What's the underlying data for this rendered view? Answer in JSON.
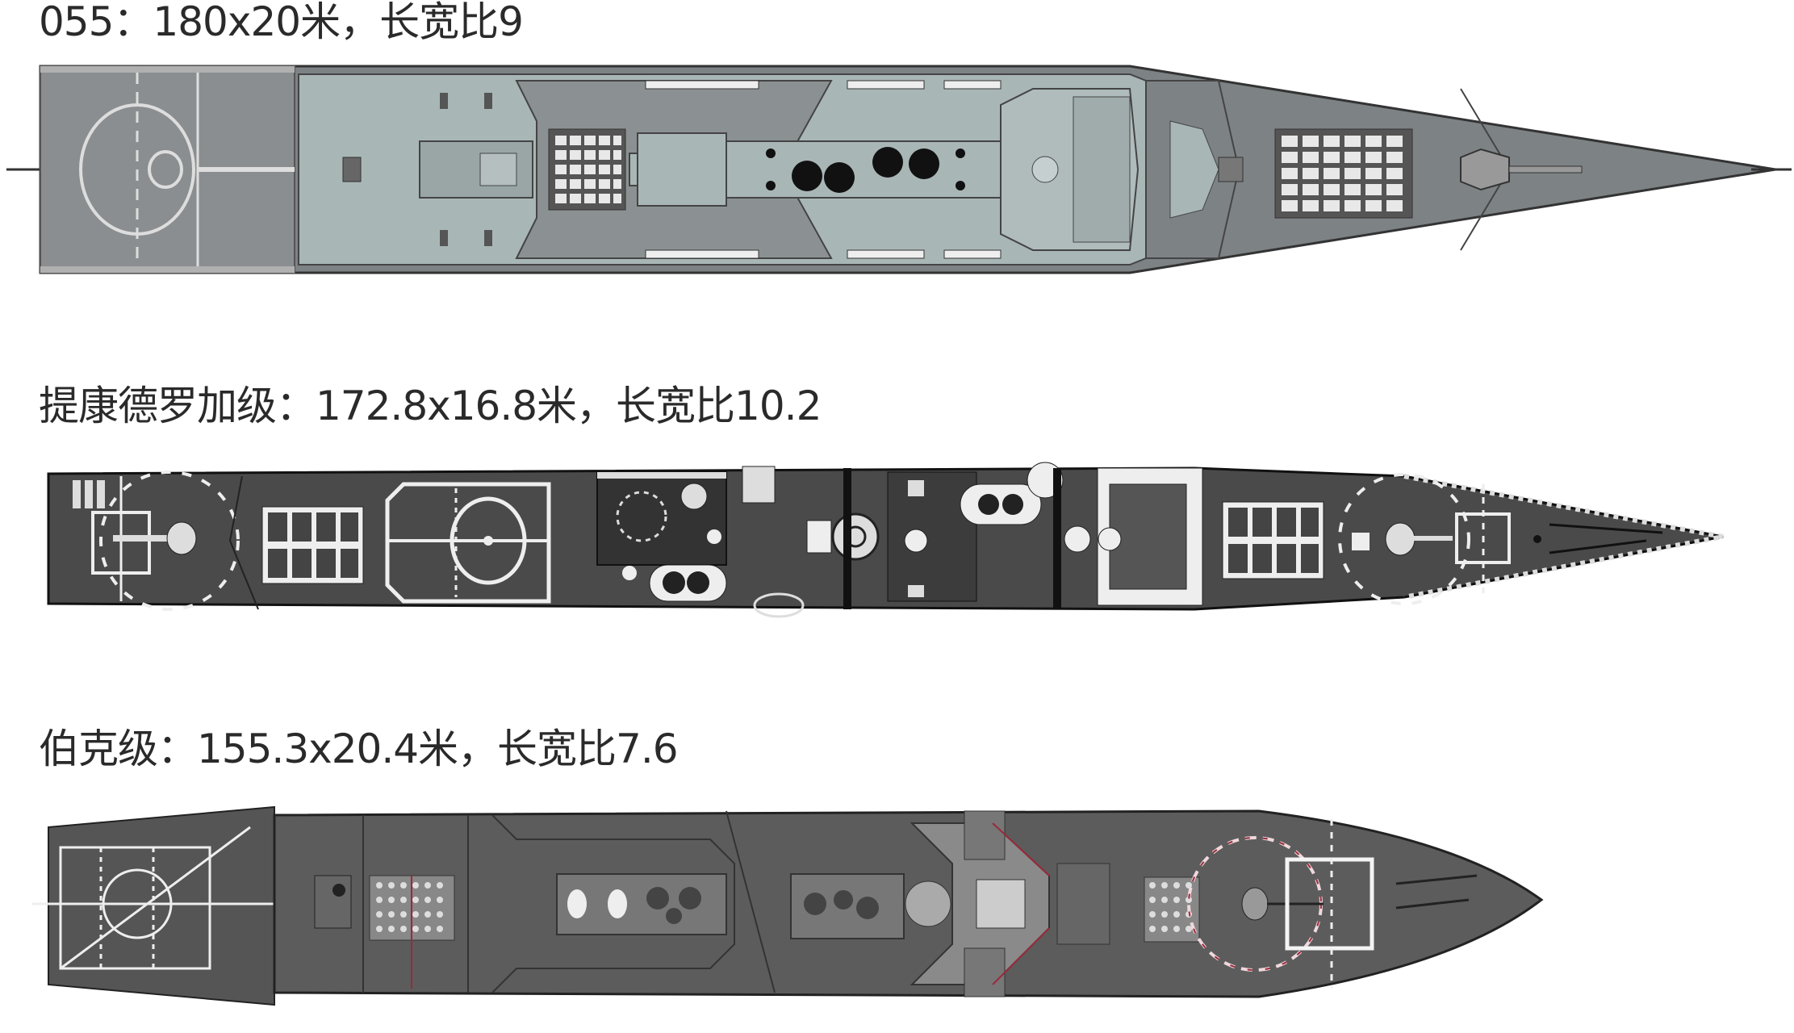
{
  "ships": [
    {
      "id": "type-055",
      "label": "055：180x20米，长宽比9",
      "name": "055",
      "length_m": 180,
      "beam_m": 20,
      "length_beam_ratio": 9,
      "hull_color": "#7d8285",
      "superstructure_color": "#a9b6b6",
      "features": [
        "helicopter-deck",
        "aft-vls",
        "twin-masts-funnels",
        "forward-vls",
        "main-gun"
      ]
    },
    {
      "id": "ticonderoga-class",
      "label": "提康德罗加级：172.8x16.8米，长宽比10.2",
      "name": "提康德罗加级",
      "length_m": 172.8,
      "beam_m": 16.8,
      "length_beam_ratio": 10.2,
      "hull_color": "#4a4a4a",
      "marking_color": "#ffffff",
      "features": [
        "aft-gun",
        "aft-vls",
        "helicopter-deck",
        "superstructure",
        "forward-vls",
        "forward-gun"
      ]
    },
    {
      "id": "arleigh-burke-class",
      "label": "伯克级：155.3x20.4米，长宽比7.6",
      "name": "伯克级",
      "length_m": 155.3,
      "beam_m": 20.4,
      "length_beam_ratio": 7.6,
      "hull_color": "#5c5c5c",
      "accent_color": "#9a2a3a",
      "features": [
        "helicopter-deck",
        "aft-vls",
        "funnels",
        "superstructure",
        "forward-vls",
        "main-gun"
      ]
    }
  ]
}
